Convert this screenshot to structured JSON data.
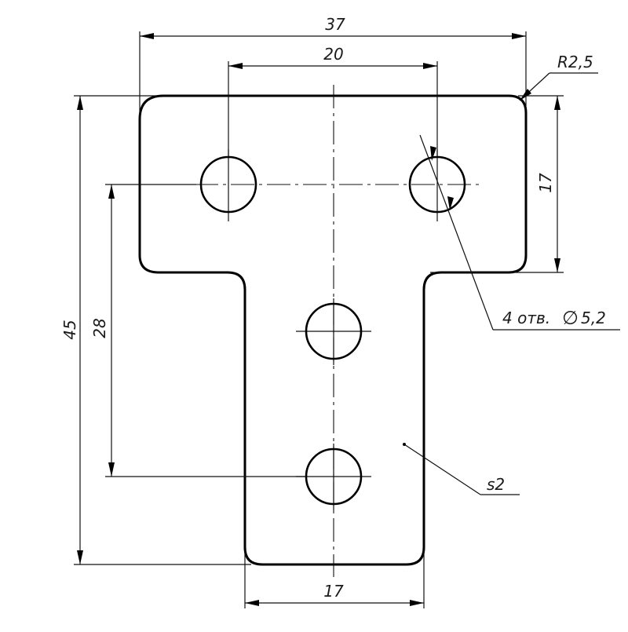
{
  "drawing": {
    "dimensions": {
      "overall_width": "37",
      "hole_spacing_horizontal": "20",
      "corner_radius": "R2,5",
      "top_height": "17",
      "overall_height": "45",
      "hole_spacing_vertical": "28",
      "stem_width": "17"
    },
    "callouts": {
      "holes": "4 отв.",
      "hole_diameter_symbol": "∅",
      "hole_diameter": "5,2",
      "thickness": "s2"
    },
    "colors": {
      "line": "#000000",
      "background": "#ffffff"
    }
  }
}
